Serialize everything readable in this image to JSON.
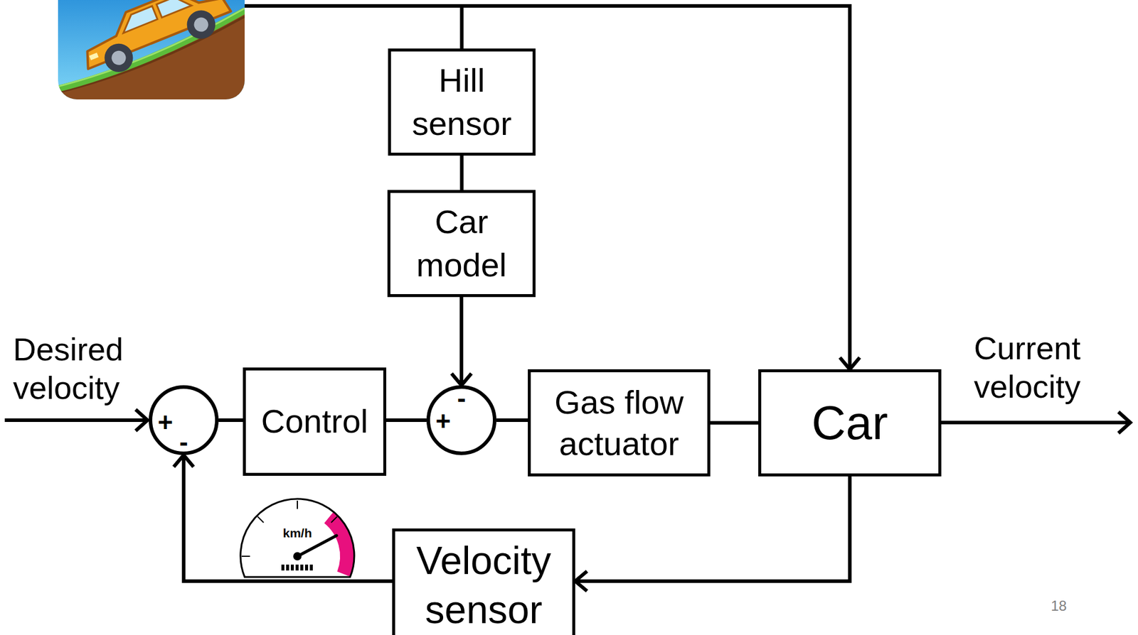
{
  "diagram": {
    "nodes": [
      {
        "text": [
          "Hill sensor"
        ]
      },
      {
        "text": [
          "Car model"
        ]
      },
      {
        "text": [
          "+",
          "-"
        ]
      },
      {
        "text": [
          "Control"
        ]
      },
      {
        "text": [
          "+",
          "-"
        ]
      },
      {
        "text": [
          "Gas flow actuator"
        ]
      },
      {
        "text": [
          "Car"
        ]
      },
      {
        "text": [
          "Velocity sensor"
        ]
      }
    ],
    "edges": [
      {
        "from": 0,
        "to": 1,
        "arrow": "none"
      },
      {
        "from": 1,
        "to": 4,
        "arrow": "to"
      },
      {
        "from": 2,
        "to": 3,
        "arrow": "none"
      },
      {
        "from": 3,
        "to": 4,
        "arrow": "none"
      },
      {
        "from": 4,
        "to": 5,
        "arrow": "none"
      },
      {
        "from": 5,
        "to": 6,
        "arrow": "none"
      },
      {
        "from": 6,
        "to": 7,
        "arrow": "to"
      },
      {
        "from": 7,
        "to": 2,
        "arrow": "to"
      },
      {
        "from": 0,
        "to": 6,
        "arrow": "to"
      }
    ],
    "labels": [
      "Desired velocity",
      "Current velocity",
      "km/h",
      "18"
    ]
  }
}
